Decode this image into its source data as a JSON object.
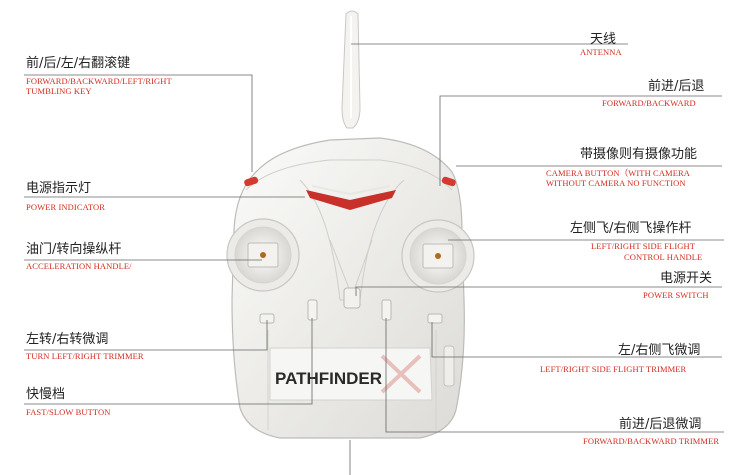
{
  "device": {
    "brand_text": "PATHFINDER"
  },
  "labels": {
    "antenna": {
      "zh": "天线",
      "en": "ANTENNA"
    },
    "tumbling": {
      "zh": "前/后/左/右翻滚键",
      "en1": "FORWARD/BACKWARD/LEFT/RIGHT",
      "en2": "TUMBLING KEY"
    },
    "forward_backward": {
      "zh": "前进/后退",
      "en": "FORWARD/BACKWARD"
    },
    "camera": {
      "zh": "带摄像则有摄像功能",
      "en1": "CAMERA BUTTON（WITH CAMERA",
      "en2": "WITHOUT CAMERA NO FUNCTION"
    },
    "power_indicator": {
      "zh": "电源指示灯",
      "en": "POWER INDICATOR"
    },
    "side_flight": {
      "zh": "左侧飞/右侧飞操作杆",
      "en1": "LEFT/RIGHT SIDE FLIGHT",
      "en2": "CONTROL HANDLE"
    },
    "acceleration": {
      "zh": "油门/转向操纵杆",
      "en": "ACCELERATION HANDLE/"
    },
    "power_switch": {
      "zh": "电源开关",
      "en": "POWER SWITCH"
    },
    "turn_trimmer": {
      "zh": "左转/右转微调",
      "en": "TURN LEFT/RIGHT TRIMMER"
    },
    "side_trimmer": {
      "zh": "左/右侧飞微调",
      "en": "LEFT/RIGHT SIDE FLIGHT TRIMMER"
    },
    "fast_slow": {
      "zh": "快慢档",
      "en": "FAST/SLOW BUTTON"
    },
    "fb_trimmer": {
      "zh": "前进/后退微调",
      "en": "FORWARD/BACKWARD TRIMMER"
    }
  },
  "colors": {
    "body": "#f2f1ee",
    "accent_red": "#d22b1f",
    "leader_line": "#666666"
  }
}
